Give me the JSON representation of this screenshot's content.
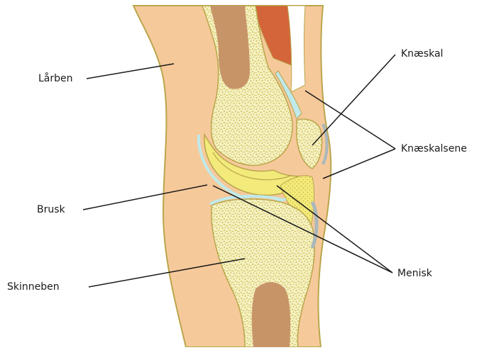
{
  "labels": {
    "femur": "Lårben",
    "cartilage": "Brusk",
    "tibia": "Skinneben",
    "patella": "Knæskal",
    "patellar_tendon": "Knæskalsene",
    "meniscus": "Menisk"
  },
  "colors": {
    "skin": "#f6c99a",
    "skin_outline": "#b9a64c",
    "bone_marrow": "#f4f1c2",
    "bone_speckle": "#c9b23a",
    "shaft": "#c79468",
    "cartilage_yellow": "#f2ea7a",
    "cartilage_blue": "#bfe9ea",
    "muscle": "#d4653a",
    "capsule": "#d9ecee",
    "line": "#1a1a1a"
  }
}
